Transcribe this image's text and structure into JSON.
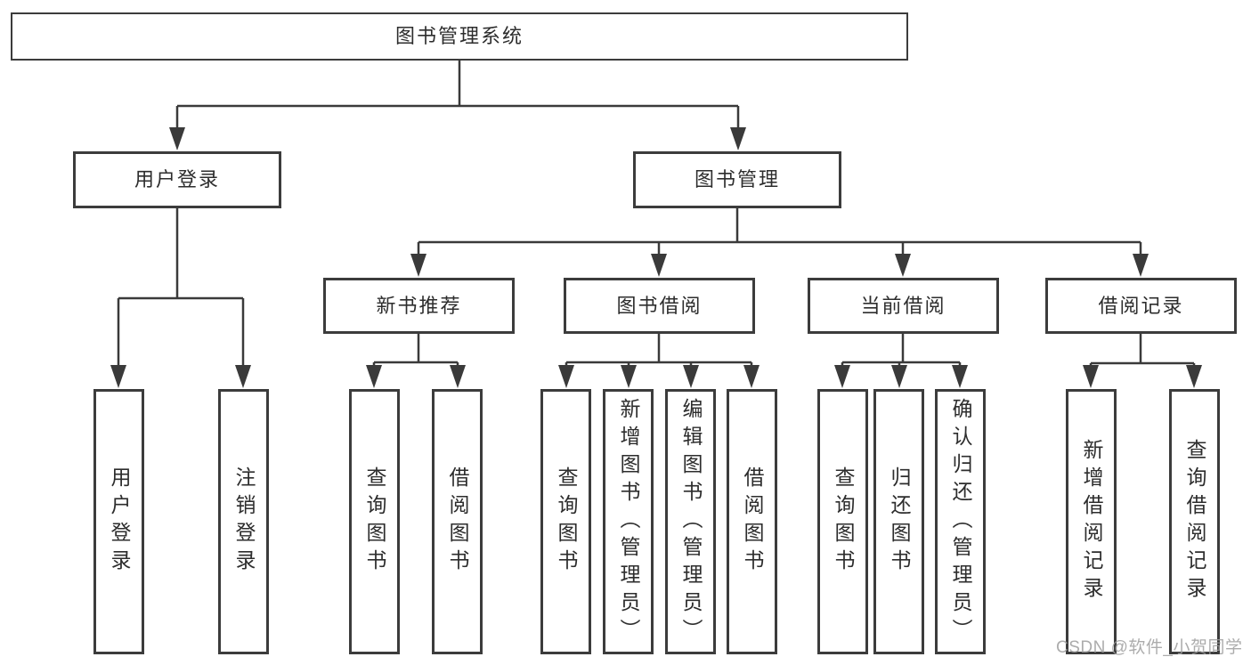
{
  "nodes": {
    "root": "图书管理系统",
    "user_login": "用户登录",
    "book_mgmt": "图书管理",
    "new_book_rec": "新书推荐",
    "book_borrow": "图书借阅",
    "current_borrow": "当前借阅",
    "borrow_records": "借阅记录",
    "ul_login": "用户登录",
    "ul_logout": "注销登录",
    "nr_query": "查询图书",
    "nr_borrow": "借阅图书",
    "bb_query": "查询图书",
    "bb_add": "新增图书（管理员）",
    "bb_edit": "编辑图书（管理员）",
    "bb_borrow": "借阅图书",
    "cb_query": "查询图书",
    "cb_return": "归还图书",
    "cb_confirm": "确认归还（管理员）",
    "br_add": "新增借阅记录",
    "br_query": "查询借阅记录"
  },
  "hierarchy": {
    "图书管理系统": {
      "用户登录": [
        "用户登录",
        "注销登录"
      ],
      "图书管理": {
        "新书推荐": [
          "查询图书",
          "借阅图书"
        ],
        "图书借阅": [
          "查询图书",
          "新增图书（管理员）",
          "编辑图书（管理员）",
          "借阅图书"
        ],
        "当前借阅": [
          "查询图书",
          "归还图书",
          "确认归还（管理员）"
        ],
        "借阅记录": [
          "新增借阅记录",
          "查询借阅记录"
        ]
      }
    }
  },
  "watermark": "CSDN @软件_小贺同学",
  "colors": {
    "line": "#3a3a3a",
    "border": "#3c3c3c",
    "text": "#2d2d2d",
    "watermark": "#9e9e9e",
    "background": "#ffffff"
  }
}
